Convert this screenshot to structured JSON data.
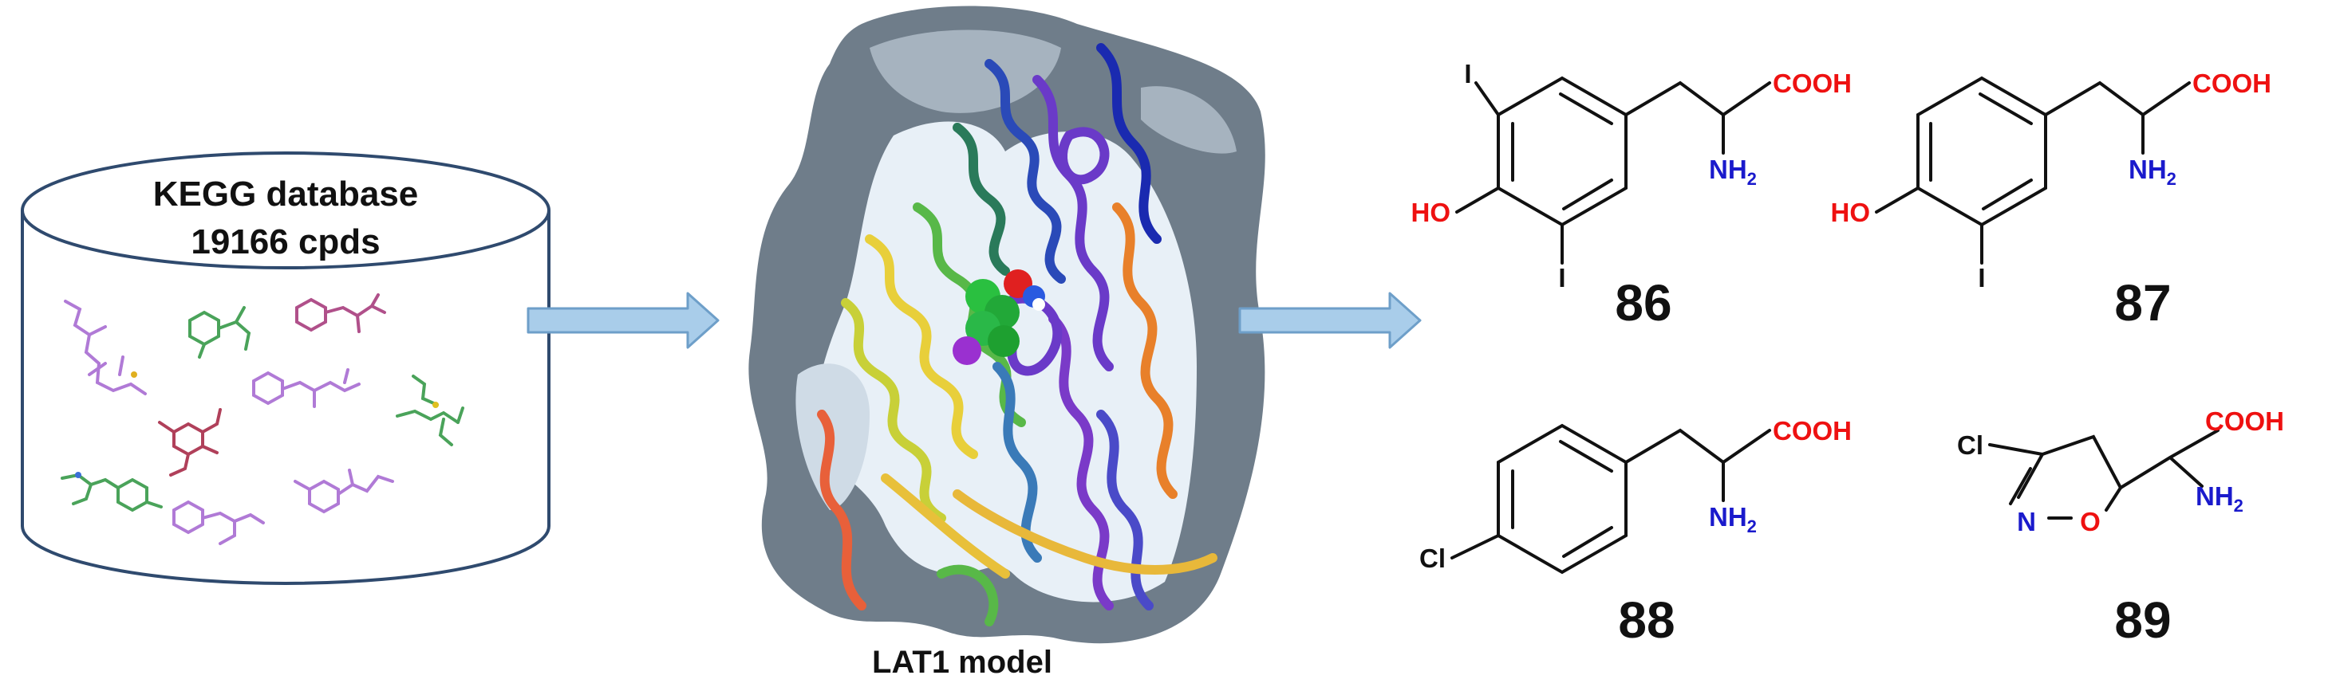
{
  "database": {
    "title": "KEGG database",
    "subtitle": "19166 cpds"
  },
  "model": {
    "caption": "LAT1 model"
  },
  "compounds": [
    {
      "id": "86",
      "labels": {
        "acid": "COOH",
        "amine": "NH",
        "amine_sub": "2",
        "hydroxyl": "HO",
        "iodo_top": "I",
        "iodo_bottom": "I"
      }
    },
    {
      "id": "87",
      "labels": {
        "acid": "COOH",
        "amine": "NH",
        "amine_sub": "2",
        "hydroxyl": "HO",
        "iodo": "I"
      }
    },
    {
      "id": "88",
      "labels": {
        "acid": "COOH",
        "amine": "NH",
        "amine_sub": "2",
        "chloro": "Cl"
      }
    },
    {
      "id": "89",
      "labels": {
        "acid": "COOH",
        "amine": "NH",
        "amine_sub": "2",
        "chloro": "Cl",
        "ring_n": "N",
        "ring_o": "O"
      }
    }
  ],
  "colors": {
    "arrow_fill": "#a9cdea",
    "arrow_stroke": "#6e9fc9",
    "cylinder_stroke": "#2f4a6e",
    "acid_label": "#ee1111",
    "hydroxyl_label": "#ee1111",
    "amine_label": "#1a1acc",
    "ring_o_label": "#ee1111",
    "ring_n_label": "#1a1acc",
    "halogen_label": "#111111",
    "protein_surface": "#6f7d8a",
    "protein_cavity": "#e8f0f7"
  }
}
